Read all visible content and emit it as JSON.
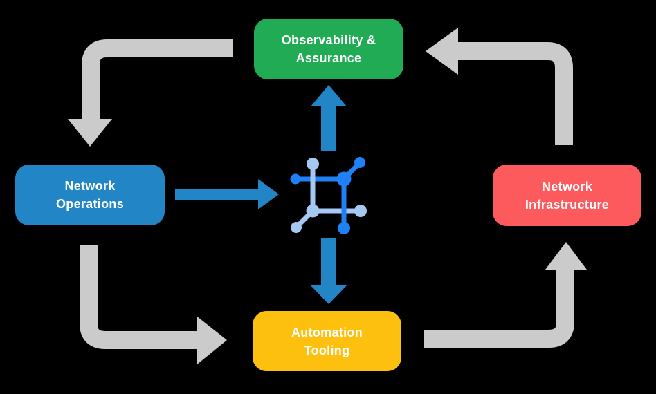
{
  "diagram": {
    "background": "#000000",
    "nodes": [
      {
        "id": "observability-assurance",
        "line1": "Observability &",
        "line2": "Assurance",
        "color": "#22ab55"
      },
      {
        "id": "network-operations",
        "line1": "Network",
        "line2": "Operations",
        "color": "#2185c6"
      },
      {
        "id": "network-infrastructure",
        "line1": "Network",
        "line2": "Infrastructure",
        "color": "#fc5a5d"
      },
      {
        "id": "automation-tooling",
        "line1": "Automation",
        "line2": "Tooling",
        "color": "#fec00f"
      }
    ],
    "center_icon": {
      "name": "network-platform-icon",
      "dark_color": "#2080f5",
      "light_color": "#a6c9f3"
    },
    "arrow_colors": {
      "cycle_gray": "#cbcbcb",
      "highlight_blue": "#2185c6"
    },
    "flows": [
      {
        "from": "observability-assurance",
        "to": "network-operations",
        "style": "cycle_gray"
      },
      {
        "from": "network-operations",
        "to": "automation-tooling",
        "style": "cycle_gray"
      },
      {
        "from": "automation-tooling",
        "to": "network-infrastructure",
        "style": "cycle_gray"
      },
      {
        "from": "network-infrastructure",
        "to": "observability-assurance",
        "style": "cycle_gray"
      },
      {
        "from": "network-operations",
        "to": "network-platform-icon",
        "style": "highlight_blue"
      },
      {
        "from": "network-platform-icon",
        "to": "observability-assurance",
        "style": "highlight_blue"
      },
      {
        "from": "network-platform-icon",
        "to": "automation-tooling",
        "style": "highlight_blue"
      }
    ]
  }
}
